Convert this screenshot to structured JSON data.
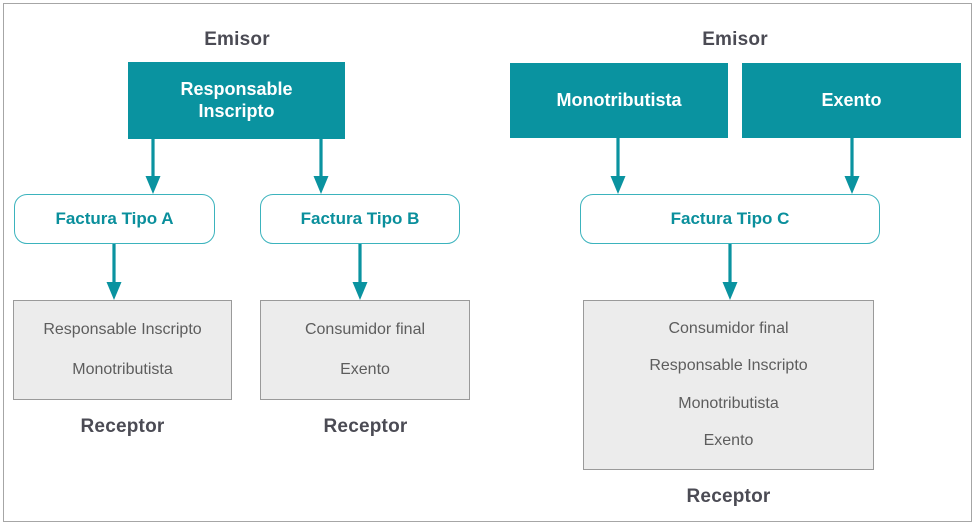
{
  "colors": {
    "teal_fill": "#0a93a0",
    "teal_text": "#0a8f9c",
    "teal_border": "#3bb3bd",
    "gray_fill": "#ececec",
    "gray_border": "#9a9a9a",
    "gray_text": "#5d5d5d",
    "label_text": "#4b4b54",
    "frame_border": "#a6a6a6",
    "arrow": "#0a93a0"
  },
  "left_group": {
    "emisor_label": "Emisor",
    "emitter": {
      "line1": "Responsable",
      "line2": "Inscripto"
    },
    "invoices": [
      {
        "label": "Factura Tipo A"
      },
      {
        "label": "Factura Tipo B"
      }
    ],
    "receivers": [
      {
        "lines": [
          "Responsable Inscripto",
          "Monotributista"
        ],
        "label": "Receptor"
      },
      {
        "lines": [
          "Consumidor final",
          "Exento"
        ],
        "label": "Receptor"
      }
    ]
  },
  "right_group": {
    "emisor_label": "Emisor",
    "emitters": [
      {
        "label": "Monotributista"
      },
      {
        "label": "Exento"
      }
    ],
    "invoice": {
      "label": "Factura Tipo C"
    },
    "receiver": {
      "lines": [
        "Consumidor final",
        "Responsable Inscripto",
        "Monotributista",
        "Exento"
      ],
      "label": "Receptor"
    }
  }
}
